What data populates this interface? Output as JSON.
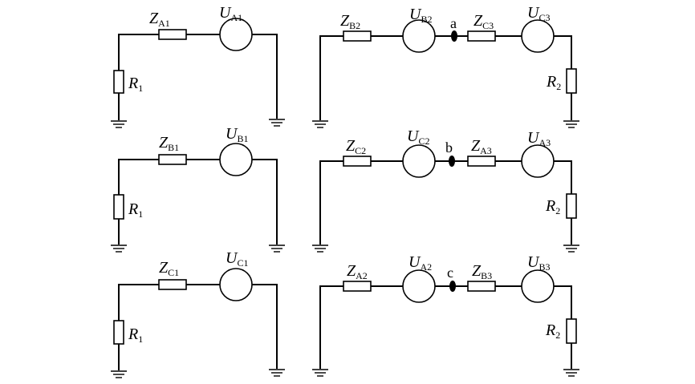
{
  "left": [
    {
      "z_main": "Z",
      "z_sub": "A1",
      "u_main": "U",
      "u_sub": "A1",
      "r_main": "R",
      "r_sub": "1"
    },
    {
      "z_main": "Z",
      "z_sub": "B1",
      "u_main": "U",
      "u_sub": "B1",
      "r_main": "R",
      "r_sub": "1"
    },
    {
      "z_main": "Z",
      "z_sub": "C1",
      "u_main": "U",
      "u_sub": "C1",
      "r_main": "R",
      "r_sub": "1"
    }
  ],
  "right": [
    {
      "z1_main": "Z",
      "z1_sub": "B2",
      "u1_main": "U",
      "u1_sub": "B2",
      "node": "a",
      "z2_main": "Z",
      "z2_sub": "C3",
      "u2_main": "U",
      "u2_sub": "C3",
      "r_main": "R",
      "r_sub": "2"
    },
    {
      "z1_main": "Z",
      "z1_sub": "C2",
      "u1_main": "U",
      "u1_sub": "C2",
      "node": "b",
      "z2_main": "Z",
      "z2_sub": "A3",
      "u2_main": "U",
      "u2_sub": "A3",
      "r_main": "R",
      "r_sub": "2"
    },
    {
      "z1_main": "Z",
      "z1_sub": "A2",
      "u1_main": "U",
      "u1_sub": "A2",
      "node": "c",
      "z2_main": "Z",
      "z2_sub": "B3",
      "u2_main": "U",
      "u2_sub": "B3",
      "r_main": "R",
      "r_sub": "2"
    }
  ]
}
